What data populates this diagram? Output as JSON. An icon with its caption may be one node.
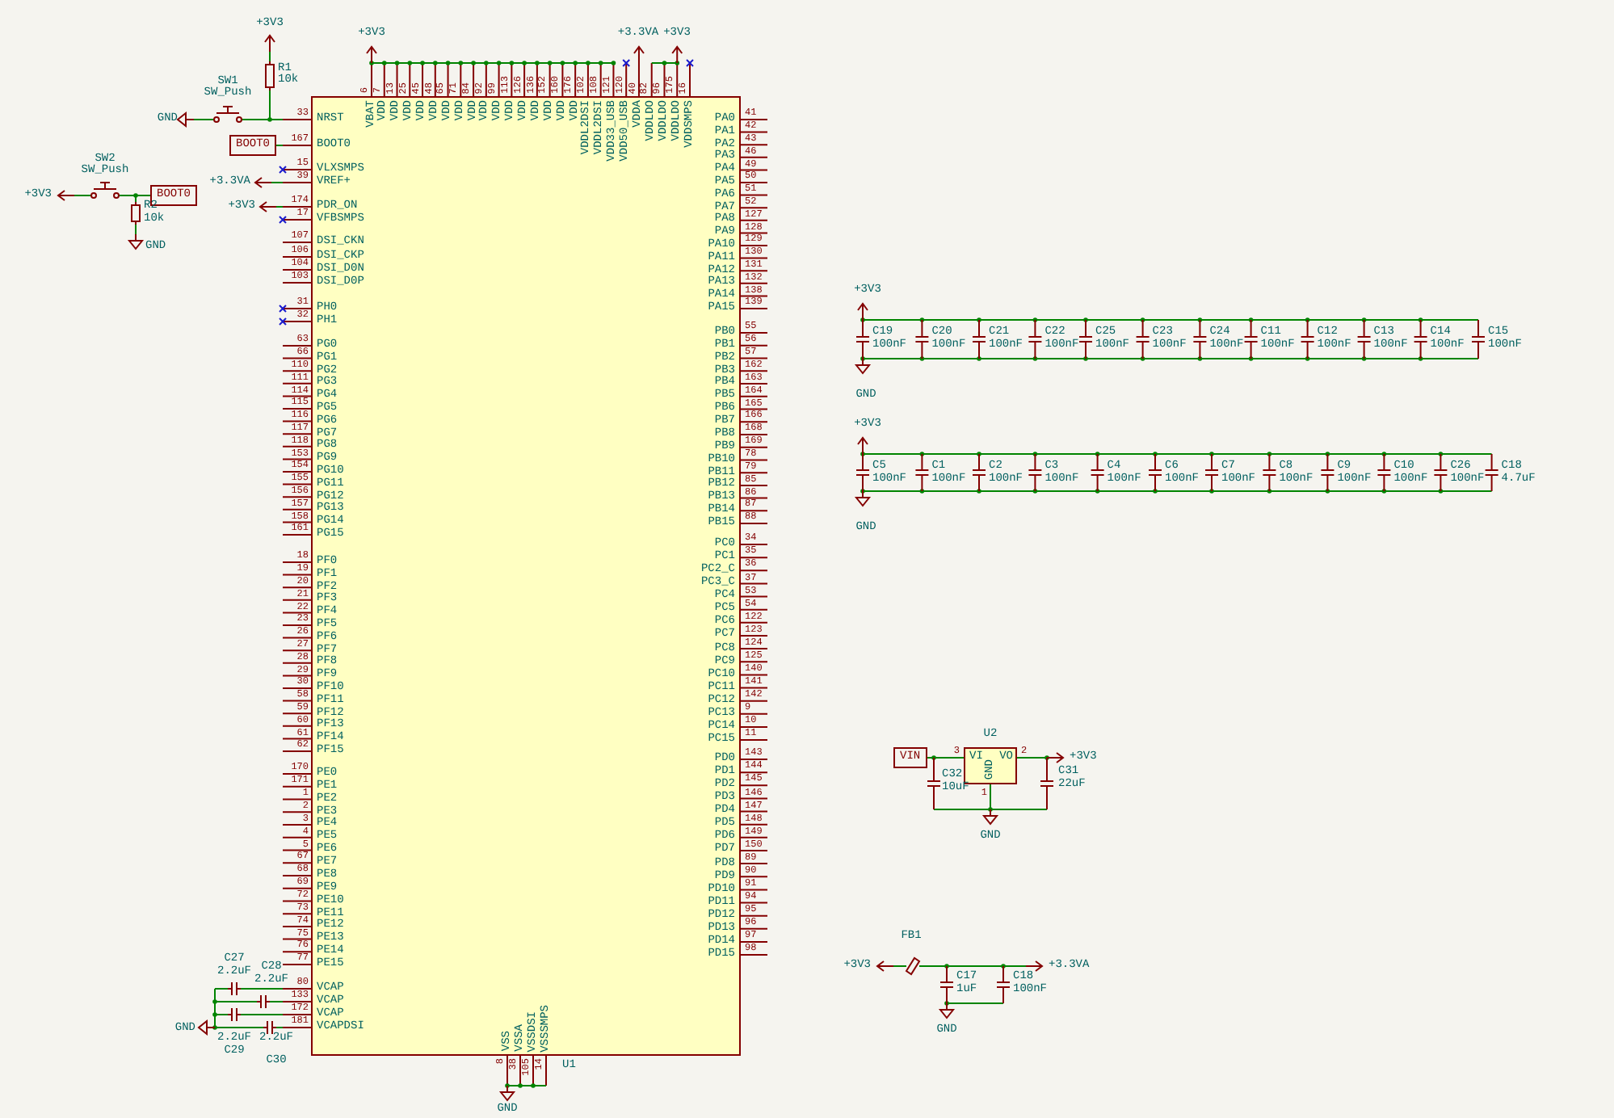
{
  "diagram": {
    "labels": [
      "+3V3",
      "SW1",
      "SW_Push",
      "R1",
      "10k",
      "GND",
      "SW2",
      "SW_Push",
      "+3V3",
      "BOOT0",
      "R2",
      "10k",
      "GND",
      "BOOT0",
      "+3.3VA",
      "+3V3",
      "33",
      "NRST",
      "167",
      "BOOT0",
      "15",
      "VLXSMPS",
      "39",
      "VREF+",
      "174",
      "PDR_ON",
      "17",
      "VFBSMPS",
      "107",
      "DSI_CKN",
      "106",
      "DSI_CKP",
      "104",
      "DSI_D0N",
      "103",
      "DSI_D0P",
      "31",
      "PH0",
      "32",
      "PH1",
      "63",
      "PG0",
      "66",
      "PG1",
      "110",
      "PG2",
      "111",
      "PG3",
      "114",
      "PG4",
      "115",
      "PG5",
      "116",
      "PG6",
      "117",
      "PG7",
      "118",
      "PG8",
      "153",
      "PG9",
      "154",
      "PG10",
      "155",
      "PG11",
      "156",
      "PG12",
      "157",
      "PG13",
      "158",
      "PG14",
      "161",
      "PG15",
      "18",
      "PF0",
      "19",
      "PF1",
      "20",
      "PF2",
      "21",
      "PF3",
      "22",
      "PF4",
      "23",
      "PF5",
      "26",
      "PF6",
      "27",
      "PF7",
      "28",
      "PF8",
      "29",
      "PF9",
      "30",
      "PF10",
      "58",
      "PF11",
      "59",
      "PF12",
      "60",
      "PF13",
      "61",
      "PF14",
      "62",
      "PF15",
      "170",
      "PE0",
      "171",
      "PE1",
      "1",
      "PE2",
      "2",
      "PE3",
      "3",
      "PE4",
      "4",
      "PE5",
      "5",
      "PE6",
      "67",
      "PE7",
      "68",
      "PE8",
      "69",
      "PE9",
      "72",
      "PE10",
      "73",
      "PE11",
      "74",
      "PE12",
      "75",
      "PE13",
      "76",
      "PE14",
      "77",
      "PE15",
      "80",
      "VCAP",
      "133",
      "VCAP",
      "172",
      "VCAP",
      "181",
      "VCAPDSI",
      "C27",
      "2.2uF",
      "C28",
      "2.2uF",
      "GND",
      "2.2uF",
      "C29",
      "2.2uF",
      "C30",
      "+3V3",
      "6",
      "VBAT",
      "7",
      "VDD",
      "13",
      "VDD",
      "25",
      "VDD",
      "45",
      "VDD",
      "48",
      "VDD",
      "65",
      "VDD",
      "71",
      "VDD",
      "84",
      "VDD",
      "92",
      "VDD",
      "99",
      "VDD",
      "113",
      "VDD",
      "126",
      "VDD",
      "136",
      "VDD",
      "152",
      "VDD",
      "160",
      "VDD",
      "176",
      "VDD",
      "102",
      "VDDL2DSI",
      "108",
      "VDDL2DSI",
      "121",
      "VDD33_USB",
      "120",
      "VDD50_USB",
      "40",
      "VDDA",
      "82",
      "VDDLDO",
      "96",
      "VDDLDO",
      "175",
      "VDDLDO",
      "16",
      "VDDSMPS",
      "+3.3VA",
      "+3V3",
      "PA0",
      "41",
      "PA1",
      "42",
      "PA2",
      "43",
      "PA3",
      "46",
      "PA4",
      "49",
      "PA5",
      "50",
      "PA6",
      "51",
      "PA7",
      "52",
      "PA8",
      "127",
      "PA9",
      "128",
      "PA10",
      "129",
      "PA11",
      "130",
      "PA12",
      "131",
      "PA13",
      "132",
      "PA14",
      "138",
      "PA15",
      "139",
      "PB0",
      "55",
      "PB1",
      "56",
      "PB2",
      "57",
      "PB3",
      "162",
      "PB4",
      "163",
      "PB5",
      "164",
      "PB6",
      "165",
      "PB7",
      "166",
      "PB8",
      "168",
      "PB9",
      "169",
      "PB10",
      "78",
      "PB11",
      "79",
      "PB12",
      "85",
      "PB13",
      "86",
      "PB14",
      "87",
      "PB15",
      "88",
      "PC0",
      "34",
      "PC1",
      "35",
      "PC2_C",
      "36",
      "PC3_C",
      "37",
      "PC4",
      "53",
      "PC5",
      "54",
      "PC6",
      "122",
      "PC7",
      "123",
      "PC8",
      "124",
      "PC9",
      "125",
      "PC10",
      "140",
      "PC11",
      "141",
      "PC12",
      "142",
      "PC13",
      "9",
      "PC14",
      "10",
      "PC15",
      "11",
      "PD0",
      "143",
      "PD1",
      "144",
      "PD2",
      "145",
      "PD3",
      "146",
      "PD4",
      "147",
      "PD5",
      "148",
      "PD6",
      "149",
      "PD7",
      "150",
      "PD8",
      "89",
      "PD9",
      "90",
      "PD10",
      "91",
      "PD11",
      "94",
      "PD12",
      "95",
      "PD13",
      "96",
      "PD14",
      "97",
      "PD15",
      "98",
      "VSS",
      "8",
      "VSSA",
      "38",
      "VSSDSI",
      "105",
      "VSSSMPS",
      "14",
      "U1",
      "GND",
      "+3V3",
      "C19",
      "100nF",
      "C20",
      "100nF",
      "C21",
      "100nF",
      "C22",
      "100nF",
      "C25",
      "100nF",
      "C23",
      "100nF",
      "C24",
      "100nF",
      "C11",
      "100nF",
      "C12",
      "100nF",
      "C13",
      "100nF",
      "C14",
      "100nF",
      "C15",
      "100nF",
      "GND",
      "+3V3",
      "C5",
      "100nF",
      "C1",
      "100nF",
      "C2",
      "100nF",
      "C3",
      "100nF",
      "C4",
      "100nF",
      "C6",
      "100nF",
      "C7",
      "100nF",
      "C8",
      "100nF",
      "C9",
      "100nF",
      "C10",
      "100nF",
      "C26",
      "100nF",
      "C18",
      "4.7uF",
      "GND",
      "U2",
      "VIN",
      "3",
      "VI",
      "GND",
      "VO",
      "2",
      "+3V3",
      "C32",
      "10uF",
      "1",
      "C31",
      "22uF",
      "GND",
      "FB1",
      "+3V3",
      "+3.3VA",
      "C17",
      "1uF",
      "C18",
      "100nF",
      "GND"
    ]
  }
}
